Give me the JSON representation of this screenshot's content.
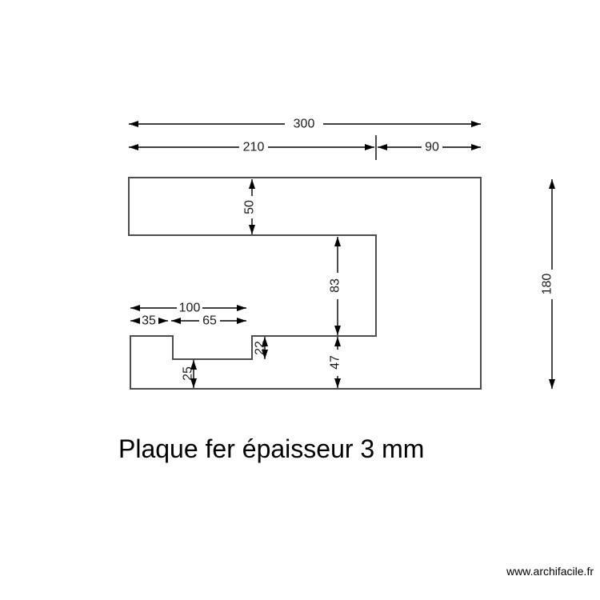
{
  "drawing": {
    "title": "Plaque fer épaisseur 3 mm",
    "watermark": "www.archifacile.fr",
    "dims": {
      "total_width": "300",
      "left_width": "210",
      "right_width": "90",
      "top_band_height": "50",
      "cutout_height": "83",
      "bottom_band_height": "47",
      "total_height": "180",
      "notch_group_width": "100",
      "notch_offset": "35",
      "notch_width": "65",
      "notch_depth": "22",
      "notch_remaining": "25"
    }
  }
}
